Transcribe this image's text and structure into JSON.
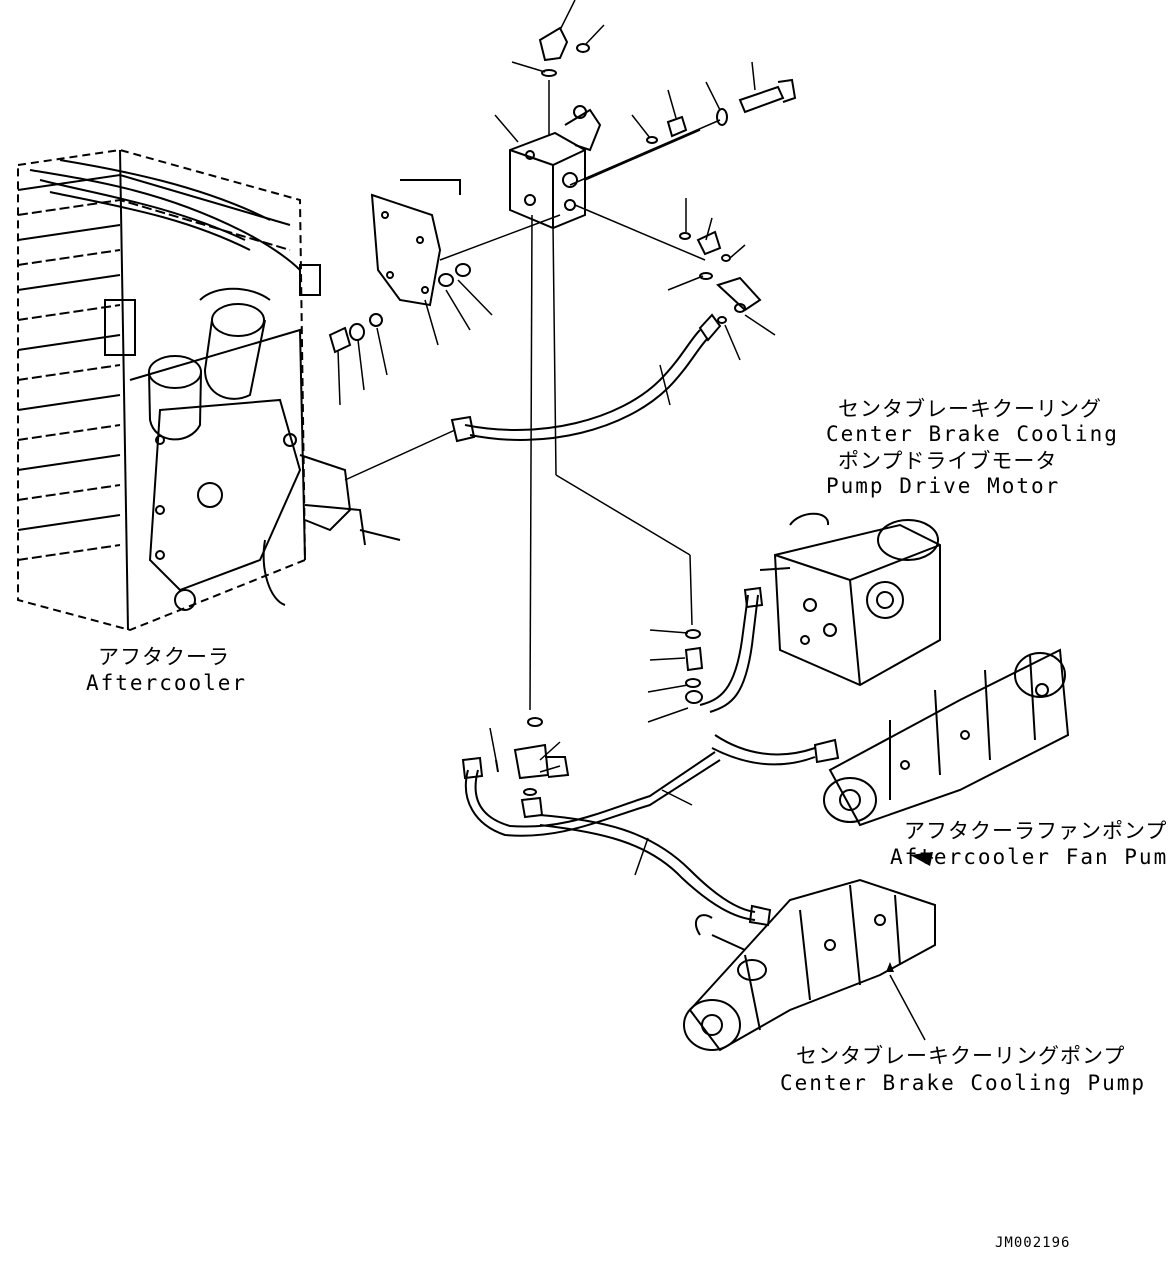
{
  "labels": {
    "center_brake_motor": {
      "jp_line1": "センタブレーキクーリング",
      "en_line1": "Center Brake Cooling",
      "jp_line2": "ポンプドライブモータ",
      "en_line2": "Pump Drive Motor"
    },
    "aftercooler": {
      "jp": "アフタクーラ",
      "en": "Aftercooler"
    },
    "aftercooler_fan_pump": {
      "jp": "アフタクーラファンポンプ",
      "en": "Aftercooler Fan Pump"
    },
    "center_brake_pump": {
      "jp": "センタブレーキクーリングポンプ",
      "en": "Center Brake Cooling Pump"
    }
  },
  "drawing_number": "JM002196",
  "colors": {
    "line": "#000000",
    "background": "#ffffff"
  }
}
